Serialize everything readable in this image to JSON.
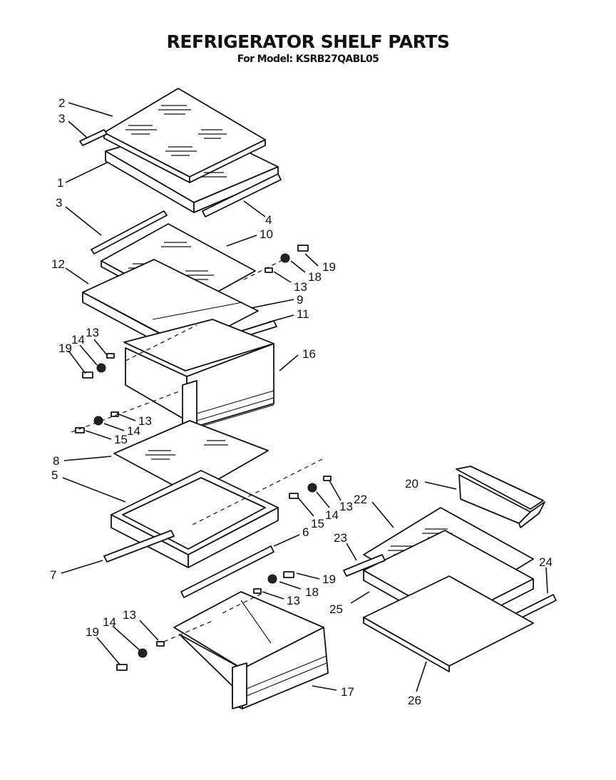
{
  "header": {
    "title": "REFRIGERATOR SHELF PARTS",
    "subtitle": "For Model: KSRB27QABL05"
  },
  "callouts": {
    "c1": "1",
    "c2": "2",
    "c3a": "3",
    "c3b": "3",
    "c4": "4",
    "c5": "5",
    "c6": "6",
    "c7": "7",
    "c8": "8",
    "c9": "9",
    "c10": "10",
    "c11": "11",
    "c12": "12",
    "c13a": "13",
    "c13b": "13",
    "c13c": "13",
    "c13d": "13",
    "c13e": "13",
    "c13f": "13",
    "c14a": "14",
    "c14b": "14",
    "c14c": "14",
    "c14d": "14",
    "c15a": "15",
    "c15b": "15",
    "c16": "16",
    "c17": "17",
    "c18a": "18",
    "c18b": "18",
    "c19a": "19",
    "c19b": "19",
    "c19c": "19",
    "c19d": "19",
    "c20": "20",
    "c22": "22",
    "c23": "23",
    "c24": "24",
    "c25": "25",
    "c26": "26"
  }
}
